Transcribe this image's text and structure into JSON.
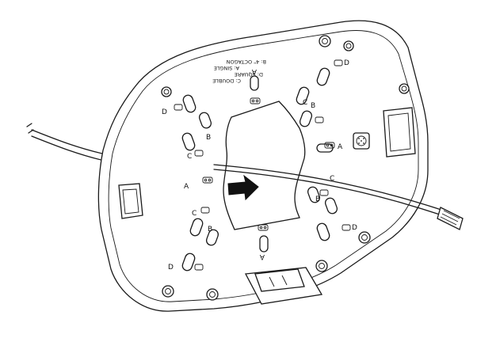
{
  "diagram": {
    "plate_text": {
      "line1": "C: DOUBLE",
      "line2": "D: SQUARE",
      "line3": "A: SINGLE",
      "line4": "B: 4\" OCTAGON"
    },
    "hole_labels": [
      "A",
      "A",
      "A",
      "A",
      "B",
      "B",
      "B",
      "B",
      "C",
      "C",
      "C",
      "C",
      "D",
      "D",
      "D",
      "D"
    ]
  }
}
